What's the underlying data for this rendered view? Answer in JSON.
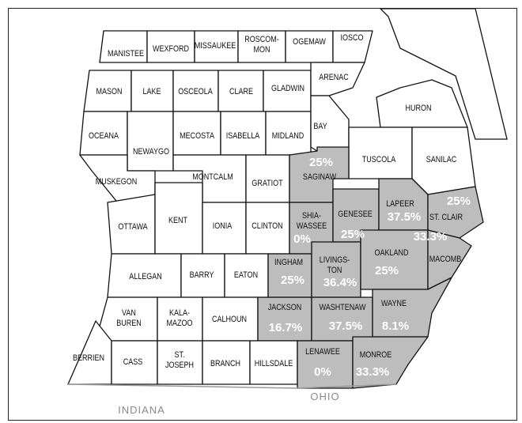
{
  "counties": {
    "manistee": "MANISTEE",
    "wexford": "WEXFORD",
    "missaukee": "MISSAUKEE",
    "roscommon_1": "ROSCOM-",
    "roscommon_2": "MON",
    "ogemaw": "OGEMAW",
    "iosco": "IOSCO",
    "mason": "MASON",
    "lake": "LAKE",
    "osceola": "OSCEOLA",
    "clare": "CLARE",
    "gladwin": "GLADWIN",
    "arenac": "ARENAC",
    "huron": "HURON",
    "oceana": "OCEANA",
    "newaygo": "NEWAYGO",
    "mecosta": "MECOSTA",
    "isabella": "ISABELLA",
    "midland": "MIDLAND",
    "bay": "BAY",
    "tuscola": "TUSCOLA",
    "sanilac": "SANILAC",
    "muskegon": "MUSKEGON",
    "montcalm": "MONTCALM",
    "gratiot": "GRATIOT",
    "saginaw": "SAGINAW",
    "ottawa": "OTTAWA",
    "kent": "KENT",
    "ionia": "IONIA",
    "clinton": "CLINTON",
    "shiawassee_1": "SHIA-",
    "shiawassee_2": "WASSEE",
    "genesee": "GENESEE",
    "lapeer": "LAPEER",
    "st_clair": "ST. CLAIR",
    "allegan": "ALLEGAN",
    "barry": "BARRY",
    "eaton": "EATON",
    "ingham": "INGHAM",
    "livingston_1": "LIVINGS-",
    "livingston_2": "TON",
    "oakland": "OAKLAND",
    "macomb": "MACOMB",
    "van_buren_1": "VAN",
    "van_buren_2": "BUREN",
    "kalamazoo_1": "KALA-",
    "kalamazoo_2": "MAZOO",
    "calhoun": "CALHOUN",
    "jackson": "JACKSON",
    "washtenaw": "WASHTENAW",
    "wayne": "WAYNE",
    "berrien": "BERRIEN",
    "cass": "CASS",
    "st_joseph_1": "ST.",
    "st_joseph_2": "JOSEPH",
    "branch": "BRANCH",
    "hillsdale": "HILLSDALE",
    "lenawee": "LENAWEE",
    "monroe": "MONROE"
  },
  "percentages": {
    "saginaw": "25%",
    "st_clair": "25%",
    "lapeer": "37.5%",
    "shiawassee": "0%",
    "genesee": "25%",
    "macomb": "33.3%",
    "ingham": "25%",
    "livingston": "36.4%",
    "oakland": "25%",
    "jackson": "16.7%",
    "washtenaw": "37.5%",
    "wayne": "8.1%",
    "lenawee": "0%",
    "monroe": "33.3%"
  },
  "states": {
    "indiana": "INDIANA",
    "ohio": "OHIO"
  },
  "colors": {
    "highlighted_county": "#bdbdbd",
    "county": "#ffffff",
    "percentage_text": "#ffffff",
    "state_label": "#8a8a8a"
  }
}
